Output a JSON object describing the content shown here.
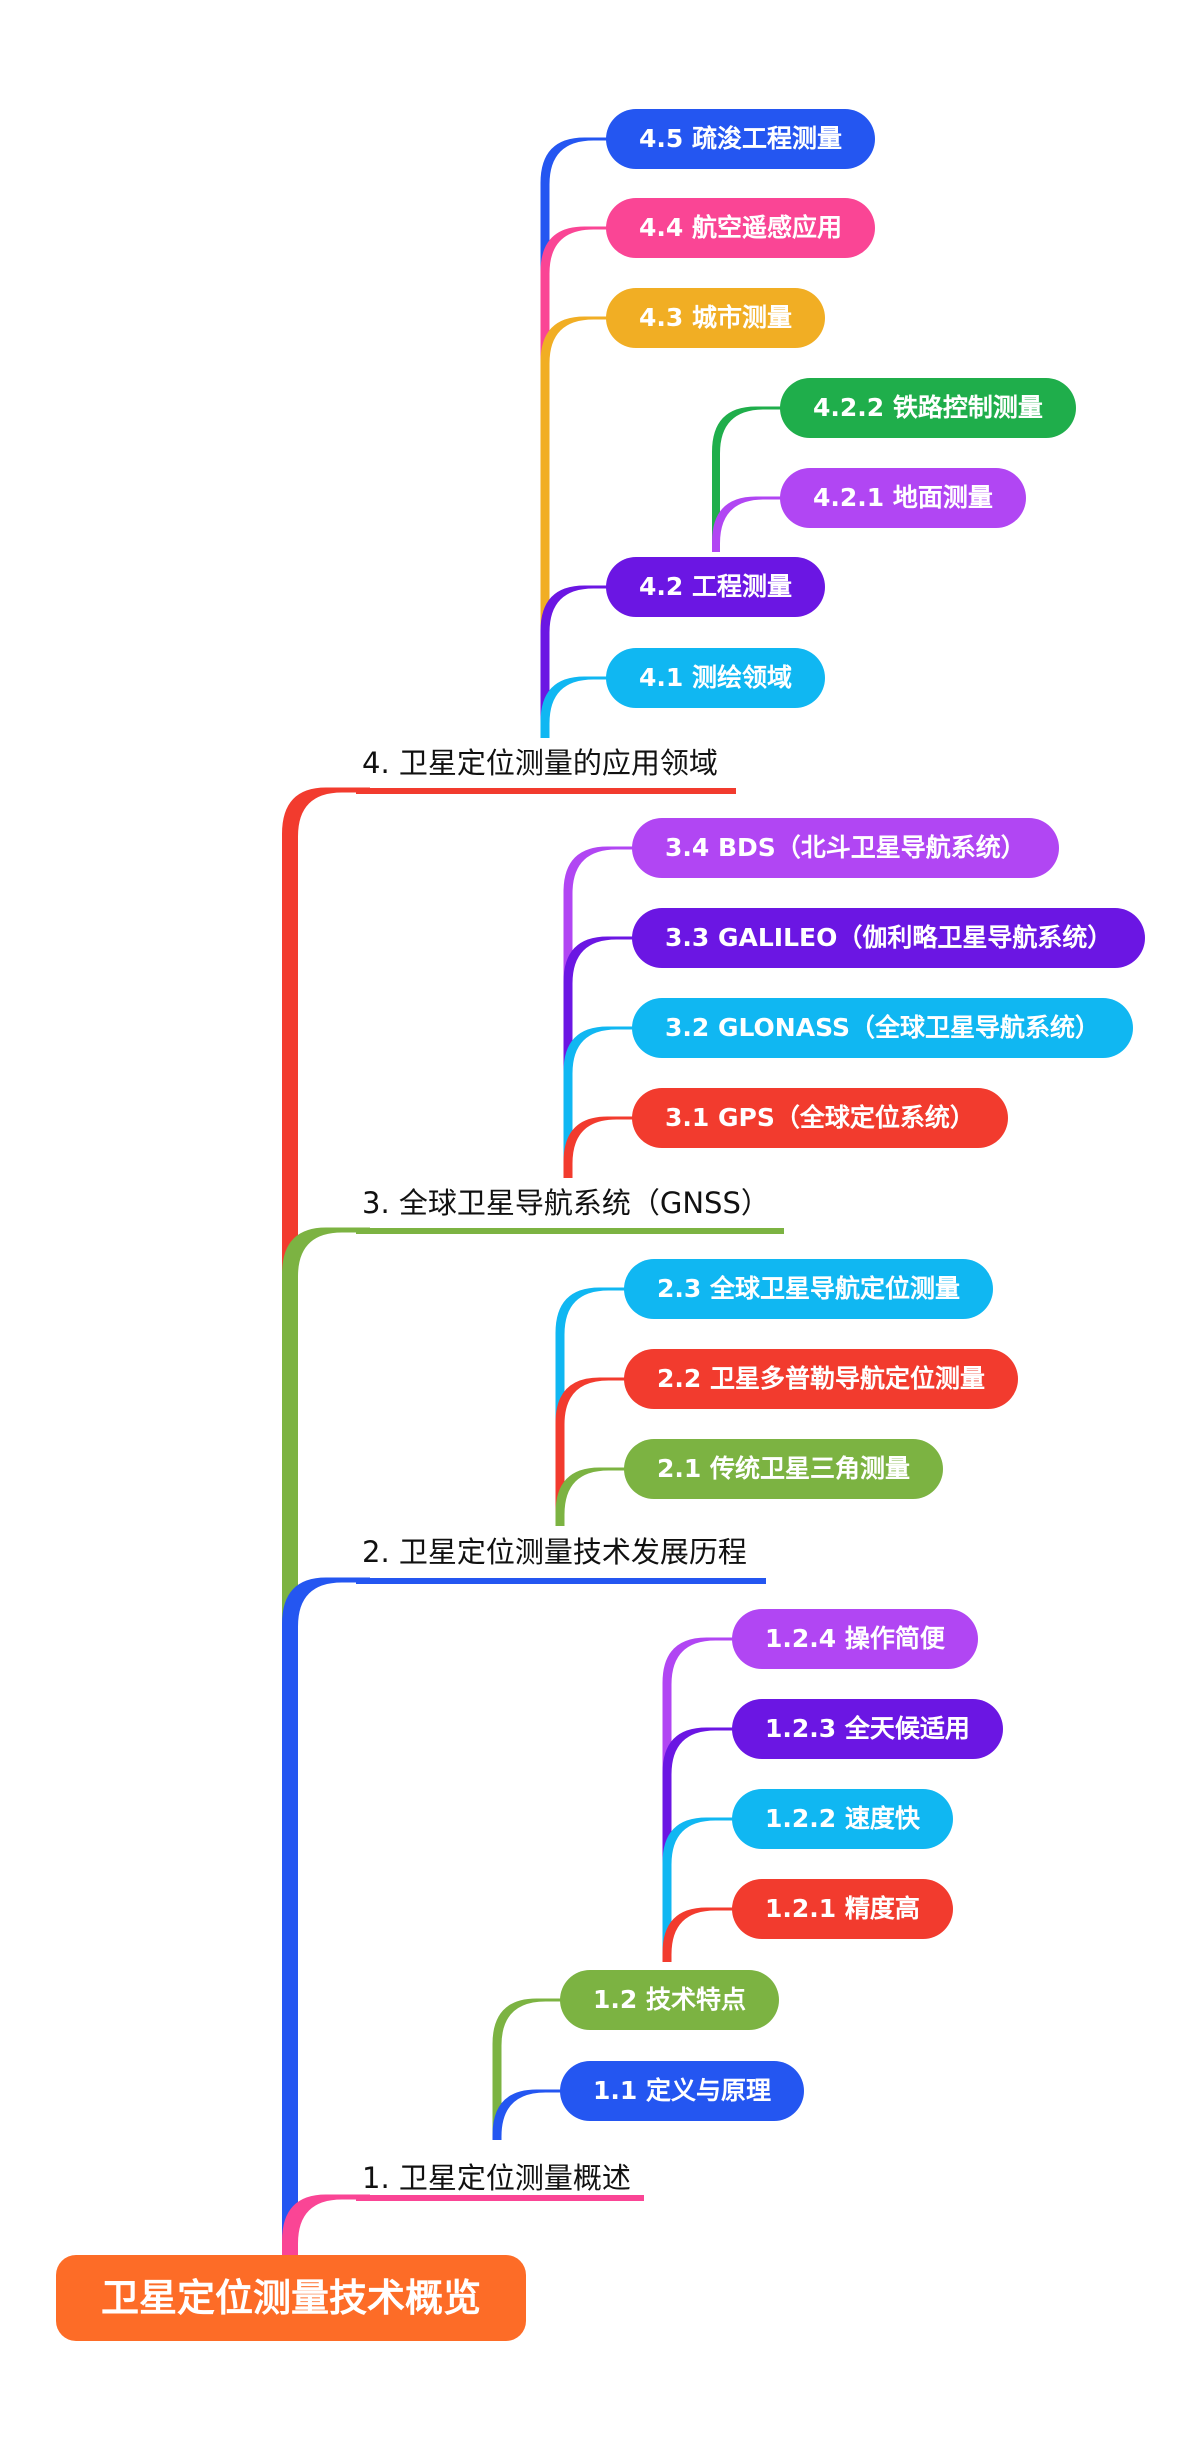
{
  "colors": {
    "root": "#fd6c27",
    "pink": "#fa4595",
    "blue": "#2456f1",
    "green": "#7cb342",
    "red": "#f23b2e",
    "cyan": "#10b7f2",
    "purple": "#6b16e3",
    "violet": "#b146f3",
    "dark_green": "#1fae4b",
    "yellow": "#f1ae24"
  },
  "root": {
    "label": "卫星定位测量技术概览"
  },
  "branches": [
    {
      "label": "1. 卫星定位测量概述",
      "color": "pink",
      "children": [
        {
          "label": "1.1 定义与原理",
          "color": "blue"
        },
        {
          "label": "1.2 技术特点",
          "color": "green",
          "children": [
            {
              "label": "1.2.1 精度高",
              "color": "red"
            },
            {
              "label": "1.2.2 速度快",
              "color": "cyan"
            },
            {
              "label": "1.2.3 全天候适用",
              "color": "purple"
            },
            {
              "label": "1.2.4 操作简便",
              "color": "violet"
            }
          ]
        }
      ]
    },
    {
      "label": "2. 卫星定位测量技术发展历程",
      "color": "blue",
      "children": [
        {
          "label": "2.1 传统卫星三角测量",
          "color": "green"
        },
        {
          "label": "2.2 卫星多普勒导航定位测量",
          "color": "red"
        },
        {
          "label": "2.3 全球卫星导航定位测量",
          "color": "cyan"
        }
      ]
    },
    {
      "label": "3. 全球卫星导航系统（GNSS）",
      "color": "green",
      "children": [
        {
          "label": "3.1 GPS（全球定位系统）",
          "color": "red"
        },
        {
          "label": "3.2 GLONASS（全球卫星导航系统）",
          "color": "cyan"
        },
        {
          "label": "3.3 GALILEO（伽利略卫星导航系统）",
          "color": "purple"
        },
        {
          "label": "3.4 BDS（北斗卫星导航系统）",
          "color": "violet"
        }
      ]
    },
    {
      "label": "4. 卫星定位测量的应用领域",
      "color": "red",
      "children": [
        {
          "label": "4.1 测绘领域",
          "color": "cyan"
        },
        {
          "label": "4.2 工程测量",
          "color": "purple",
          "children": [
            {
              "label": "4.2.1 地面测量",
              "color": "violet"
            },
            {
              "label": "4.2.2 铁路控制测量",
              "color": "dark_green"
            }
          ]
        },
        {
          "label": "4.3 城市测量",
          "color": "yellow"
        },
        {
          "label": "4.4 航空遥感应用",
          "color": "pink"
        },
        {
          "label": "4.5 疏浚工程测量",
          "color": "blue"
        }
      ]
    }
  ]
}
